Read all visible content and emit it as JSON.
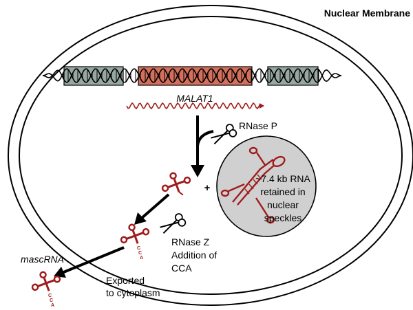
{
  "labels": {
    "membrane": "Nuclear Membrane",
    "gene": "MALAT1",
    "rnase_p": "RNase P",
    "plus": "+",
    "retained_line1": "~7.4 kb RNA",
    "retained_line2": "retained in",
    "retained_line3": "nuclear",
    "retained_line4": "speckles",
    "rnase_z_line1": "RNase Z",
    "rnase_z_line2": "Addition of",
    "rnase_z_line3": "CCA",
    "mascrna": "mascRNA",
    "exported_line1": "Exported",
    "exported_line2": "to cytoplasm",
    "cca_c1": "C",
    "cca_c2": "C",
    "cca_a": "A"
  },
  "colors": {
    "rna": "#a01c1c",
    "gene_box": "#d3705c",
    "flank_box": "#96a8a1",
    "speckle_fill": "#d0d0d0",
    "outline": "#000000"
  },
  "icons": [
    "dna-double-helix",
    "scissors-icon",
    "trna-cloverleaf",
    "lncrna-hairpin"
  ]
}
